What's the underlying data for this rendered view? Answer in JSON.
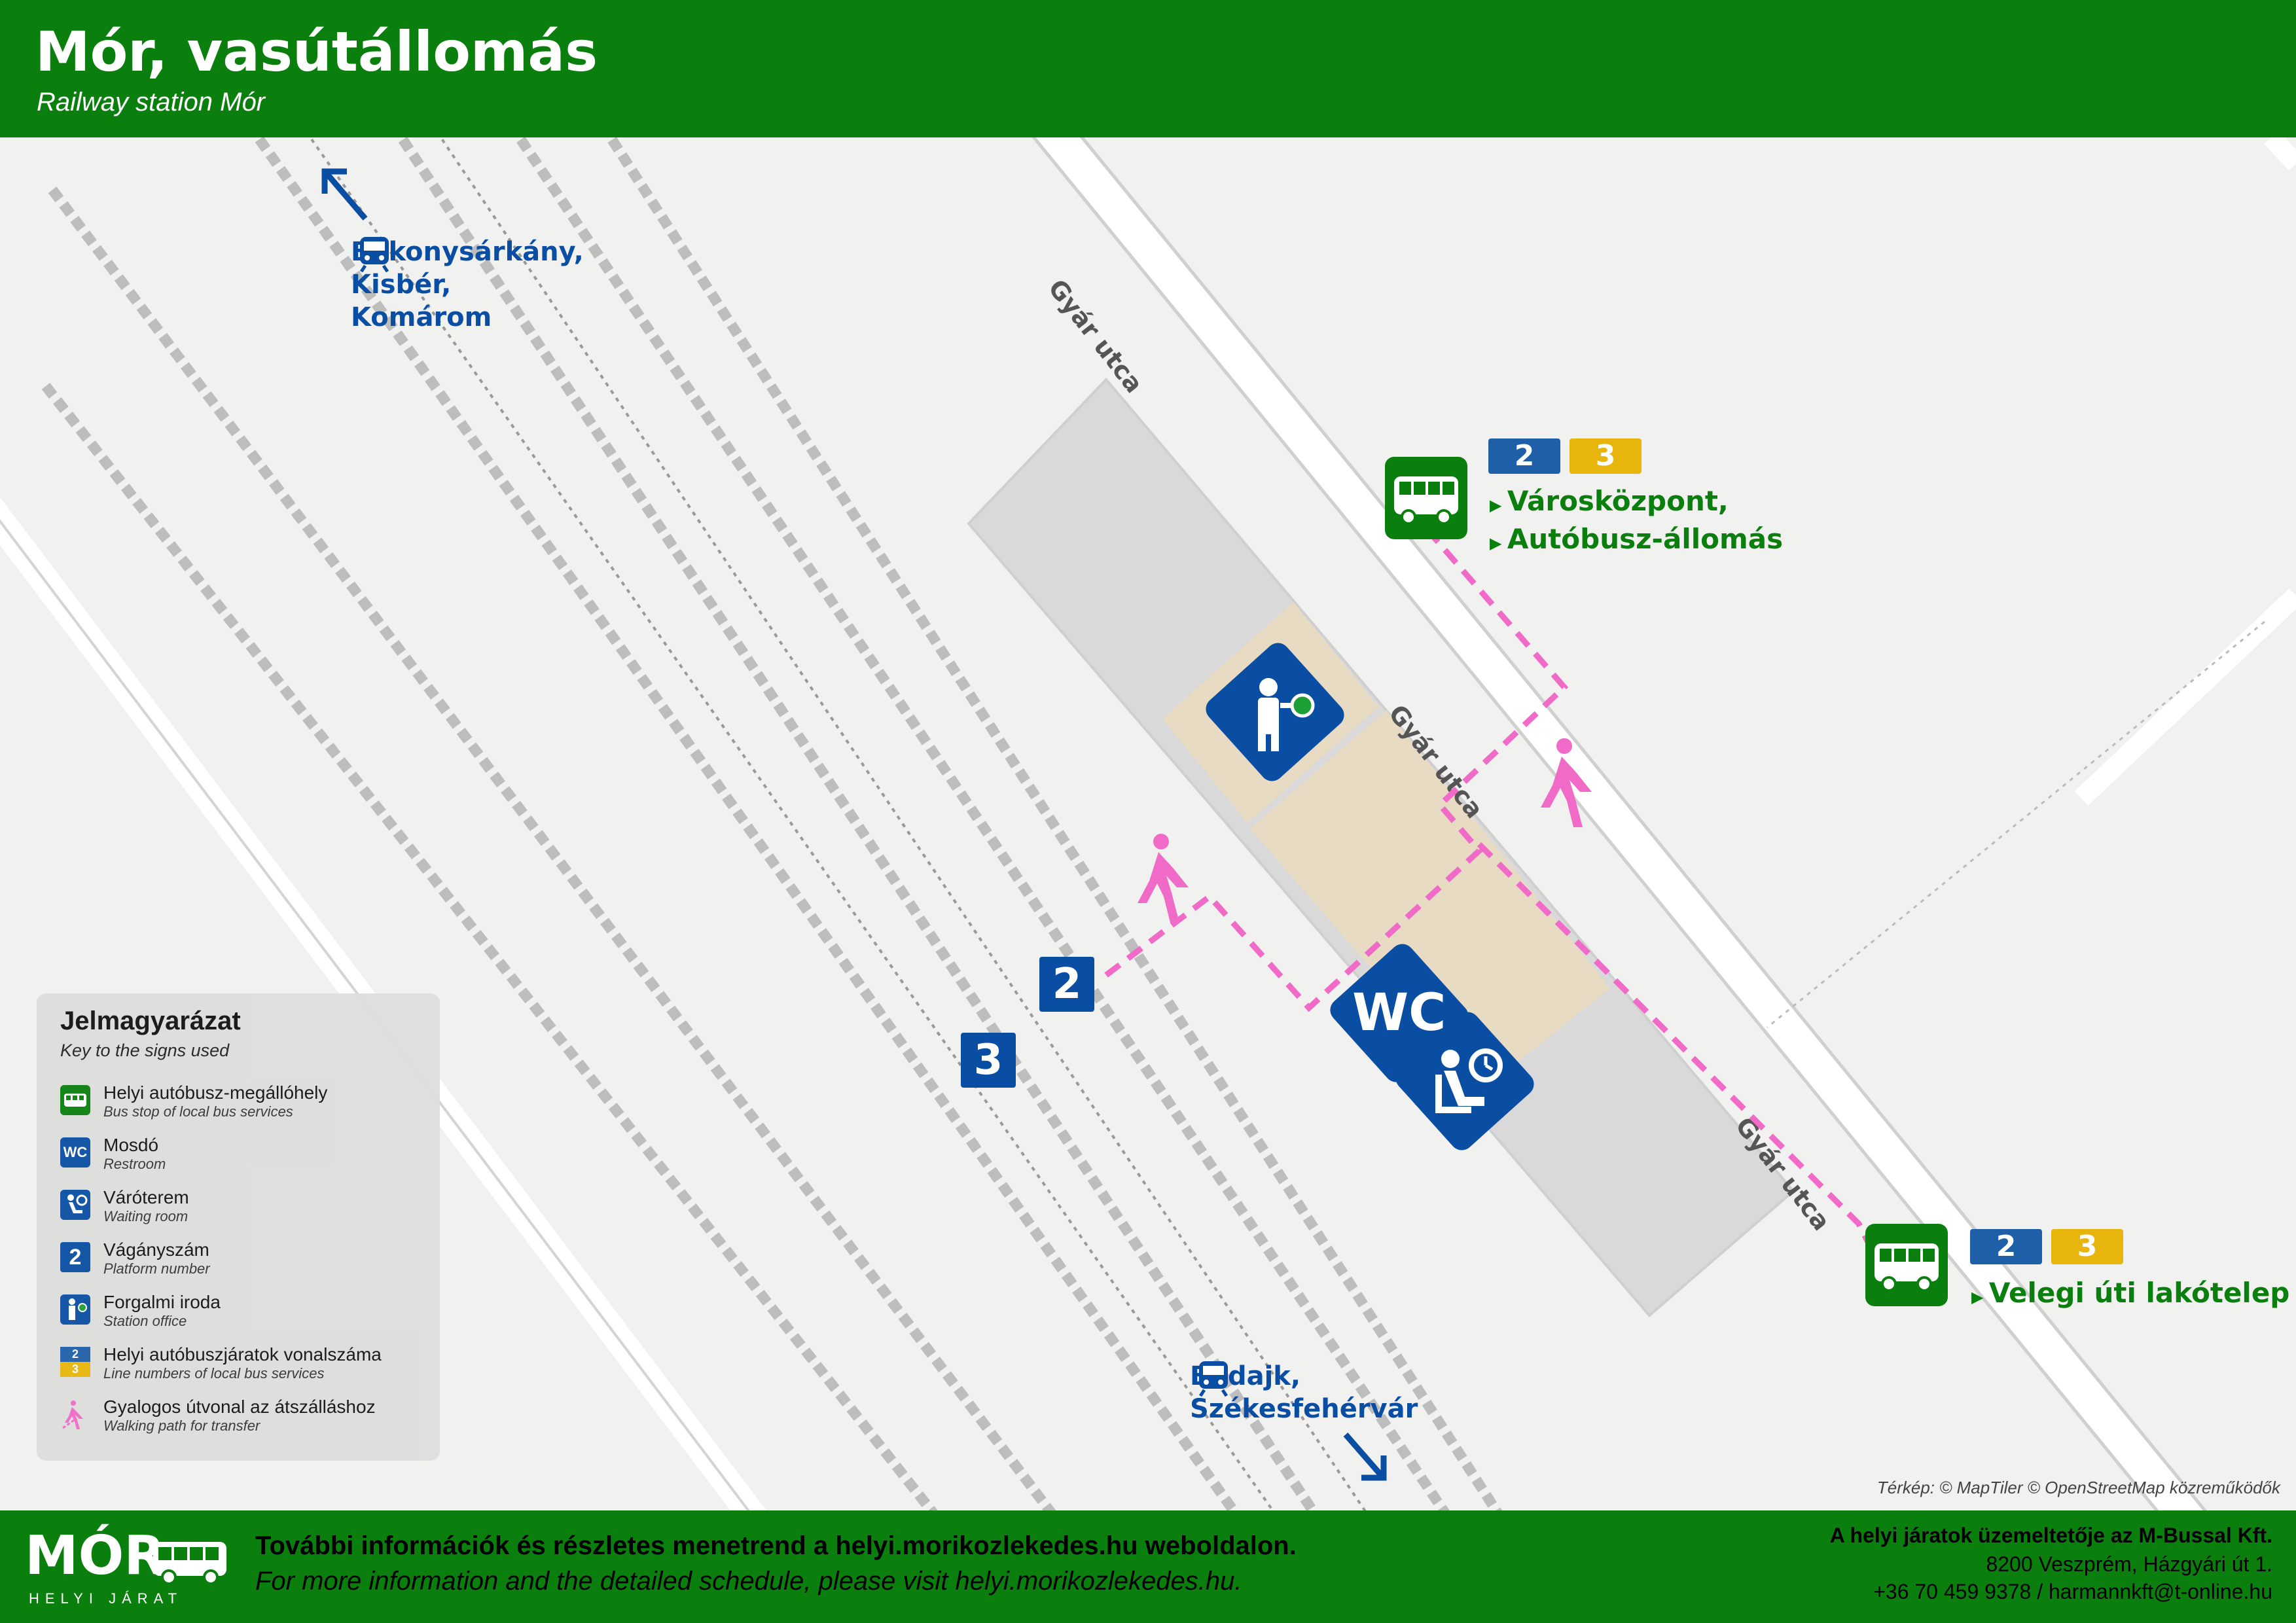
{
  "header": {
    "title": "Mór, vasútállomás",
    "subtitle": "Railway station Mór"
  },
  "map": {
    "street_name": "Gyár utca",
    "destinations_rail": [
      {
        "lines": [
          "Bakonysárkány,",
          "Kisbér,",
          "Komárom"
        ],
        "icon": "train-icon",
        "arrow": "up-left"
      },
      {
        "lines": [
          "Bodajk,",
          "Székesfehérvár"
        ],
        "icon": "train-icon",
        "arrow": "down-right"
      }
    ],
    "bus_stops": [
      {
        "lines": [
          "2",
          "3"
        ],
        "destinations": [
          "Városközpont,",
          "Autóbusz-állomás"
        ]
      },
      {
        "lines": [
          "2",
          "3"
        ],
        "destinations": [
          "Velegi úti lakótelep"
        ]
      }
    ],
    "platforms": [
      "2",
      "3"
    ],
    "facilities": [
      "station-office-icon",
      "wc-icon",
      "waiting-room-icon"
    ],
    "credit": "Térkép: © MapTiler © OpenStreetMap közreműködők"
  },
  "legend": {
    "title": "Jelmagyarázat",
    "subtitle": "Key to the signs used",
    "items": [
      {
        "icon": "bus-stop-icon",
        "label": "Helyi autóbusz-megállóhely",
        "sub": "Bus stop of local bus services"
      },
      {
        "icon": "wc-icon",
        "label": "Mosdó",
        "sub": "Restroom"
      },
      {
        "icon": "waiting-room-icon",
        "label": "Váróterem",
        "sub": "Waiting room"
      },
      {
        "icon": "platform-number-icon",
        "label": "Vágányszám",
        "sub": "Platform number",
        "glyph": "2"
      },
      {
        "icon": "station-office-icon",
        "label": "Forgalmi iroda",
        "sub": "Station office"
      },
      {
        "icon": "line-number-icon",
        "label": "Helyi autóbuszjáratok vonalszáma",
        "sub": "Line numbers of local bus services",
        "glyphs": [
          "2",
          "3"
        ]
      },
      {
        "icon": "walking-path-icon",
        "label": "Gyalogos útvonal az átszálláshoz",
        "sub": "Walking path for transfer"
      }
    ],
    "wc_glyph": "WC"
  },
  "footer": {
    "logo_text": "MÓR",
    "logo_sub": "HELYI JÁRAT",
    "info_hu": "További információk és részletes menetrend a helyi.morikozlekedes.hu weboldalon.",
    "info_en": "For more information and the detailed schedule, please visit helyi.morikozlekedes.hu.",
    "operator": "A helyi járatok üzemeltetője az M-Bussal Kft.",
    "address": "8200 Veszprém, Házgyári út 1.",
    "contact": "+36 70 459 9378   /   harmannkft@t-online.hu"
  },
  "colors": {
    "brand_green": "#0a7f0e",
    "line_blue": "#1f5fa8",
    "line_yellow": "#e8b50c",
    "walk_pink": "#f06bc7",
    "station_blue": "#0a4ea3"
  }
}
